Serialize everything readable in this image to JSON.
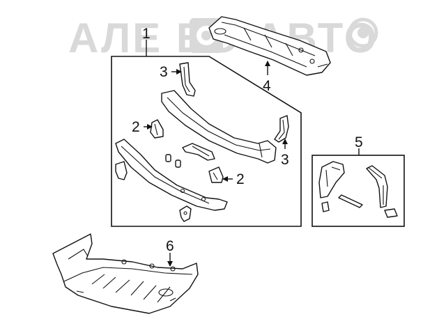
{
  "watermark": {
    "text": "АЛЕ ЕО АВТО",
    "logo": "AlexAuto",
    "color": "#d9d9d9"
  },
  "callouts": [
    {
      "id": "1",
      "label": "1"
    },
    {
      "id": "2a",
      "label": "2"
    },
    {
      "id": "2b",
      "label": "2"
    },
    {
      "id": "3a",
      "label": "3"
    },
    {
      "id": "3b",
      "label": "3"
    },
    {
      "id": "4",
      "label": "4"
    },
    {
      "id": "5",
      "label": "5"
    },
    {
      "id": "6",
      "label": "6"
    }
  ],
  "colors": {
    "line": "#111111",
    "background": "#ffffff"
  }
}
